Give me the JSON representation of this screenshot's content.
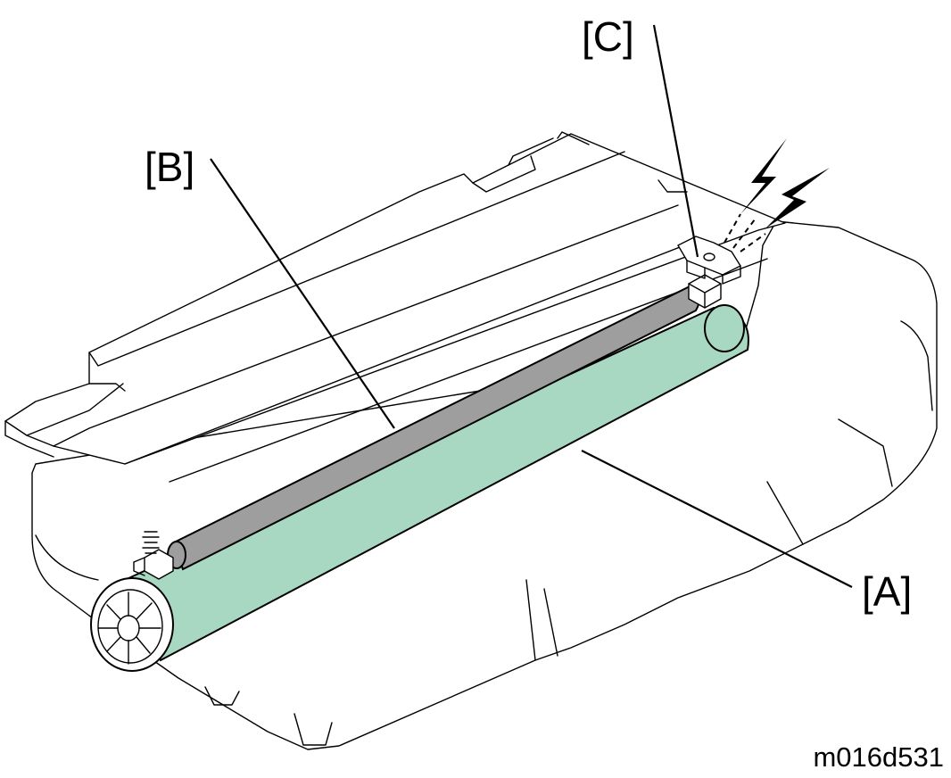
{
  "labels": {
    "a": "[A]",
    "b": "[B]",
    "c": "[C]"
  },
  "figure_code": "m016d531",
  "colors": {
    "drum": "#a8d8c2",
    "roller": "#9e9e9e",
    "outline": "#000000",
    "background": "#ffffff"
  },
  "icons": [
    "spark-icon",
    "spring-icon",
    "gear-icon"
  ]
}
